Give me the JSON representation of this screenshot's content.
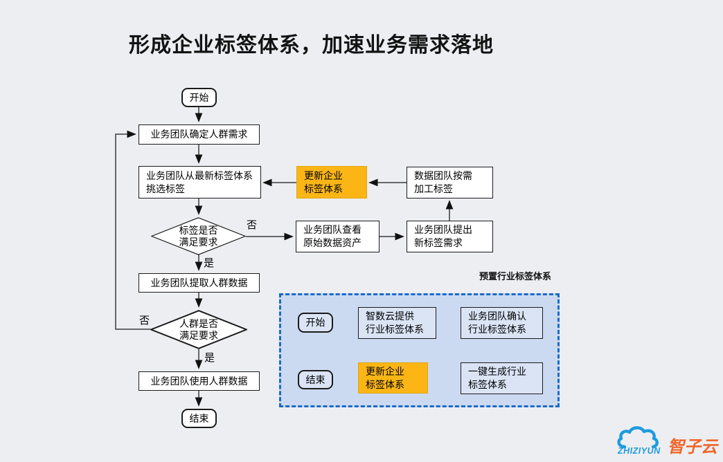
{
  "title": "形成企业标签体系，加速业务需求落地",
  "colors": {
    "background": "#EDEEF2",
    "node_fill": "#FFFFFF",
    "line": "#3a3a3a",
    "highlight_fill": "#FBB616",
    "highlight_border": "#DFA512",
    "region_fill": "#CCDAF1",
    "region_border": "#1B6AC9",
    "region_node_fill": "#DAE4F5",
    "logo_blue": "#1E9BDE",
    "logo_orange": "#F0662B"
  },
  "main_flow": {
    "start": "开始",
    "define_need": "业务团队确定人群需求",
    "pick_labels": "业务团队从最新标签体系\n挑选标签",
    "label_check": "标签是否\n满足要求",
    "extract_data": "业务团队提取人群数据",
    "crowd_check": "人群是否\n满足要求",
    "use_data": "业务团队使用人群数据",
    "end": "结束",
    "yes_label": "是",
    "no_label": "否"
  },
  "update_branch": {
    "update_system": "更新企业\n标签体系",
    "process_labels": "数据团队按需\n加工标签",
    "view_assets": "业务团队查看\n原始数据资产",
    "propose_labels": "业务团队提出\n新标签需求"
  },
  "preset_region": {
    "label": "预置行业标签体系",
    "start": "开始",
    "provide": "智数云提供\n行业标签体系",
    "confirm": "业务团队确认\n行业标签体系",
    "generate": "一键生成行业\n标签体系",
    "update_system": "更新企业\n标签体系",
    "end": "结束"
  },
  "logo": {
    "latin": "ZHIZIYUN",
    "chinese": "智子云"
  }
}
